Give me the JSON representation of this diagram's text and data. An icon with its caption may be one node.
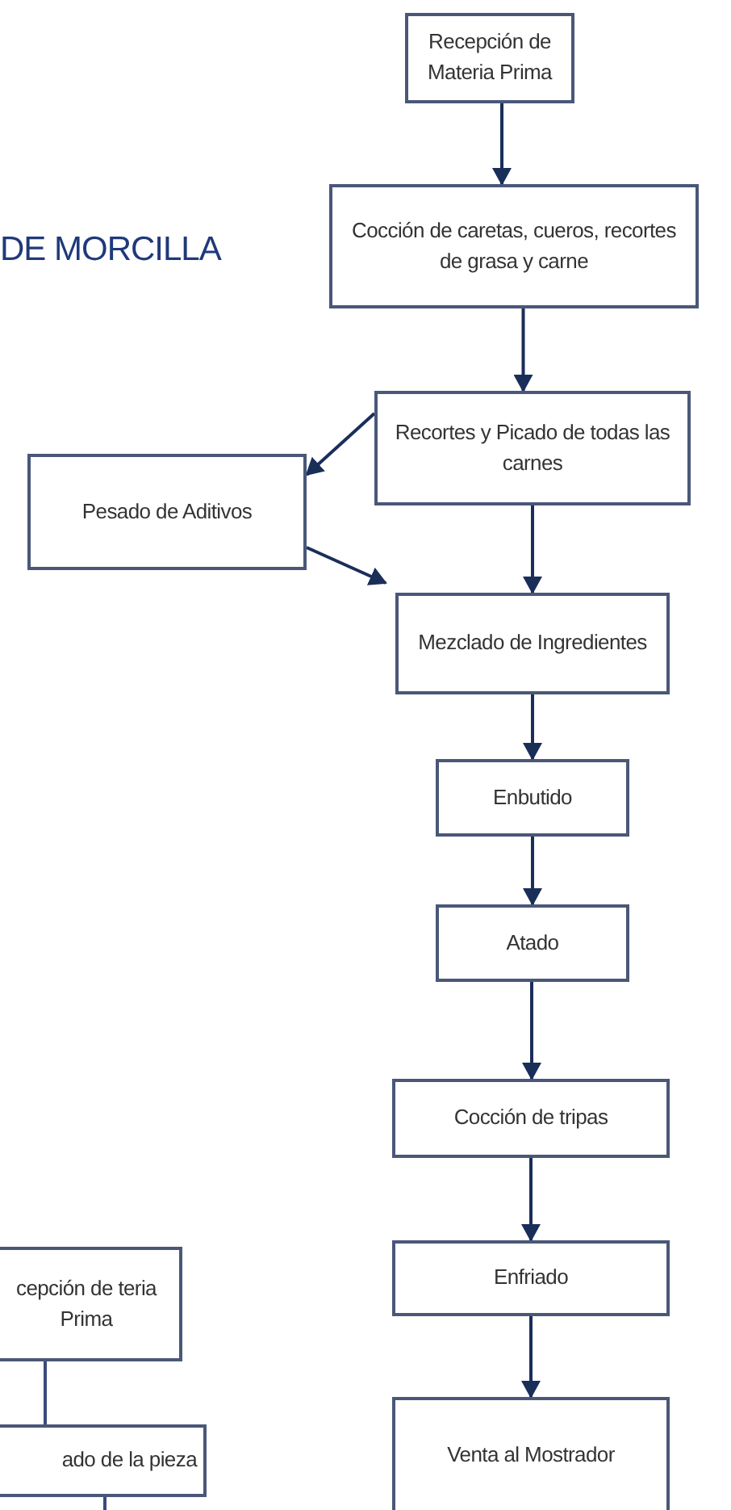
{
  "diagram": {
    "title": "DE MORCILLA",
    "nodes": [
      {
        "text": [
          "Recepción de Materia Prima"
        ]
      },
      {
        "text": [
          "Cocción de caretas, cueros, recortes de grasa y carne"
        ]
      },
      {
        "text": [
          "Recortes y Picado de todas las carnes"
        ]
      },
      {
        "text": [
          "Pesado de Aditivos"
        ]
      },
      {
        "text": [
          "Mezclado de Ingredientes"
        ]
      },
      {
        "text": [
          "Enbutido"
        ]
      },
      {
        "text": [
          "Atado"
        ]
      },
      {
        "text": [
          "Cocción de tripas"
        ]
      },
      {
        "text": [
          "Enfriado"
        ]
      },
      {
        "text": [
          "Venta al Mostrador"
        ]
      },
      {
        "text": [
          "cepción de teria Prima"
        ]
      },
      {
        "text": [
          "ado de la pieza"
        ]
      }
    ],
    "edges": [
      {
        "from": 0,
        "to": 1,
        "arrow": "to"
      },
      {
        "from": 1,
        "to": 2,
        "arrow": "to"
      },
      {
        "from": 2,
        "to": 3,
        "arrow": "to"
      },
      {
        "from": 3,
        "to": 4,
        "arrow": "to"
      },
      {
        "from": 2,
        "to": 4,
        "arrow": "to"
      },
      {
        "from": 4,
        "to": 5,
        "arrow": "to"
      },
      {
        "from": 5,
        "to": 6,
        "arrow": "to"
      },
      {
        "from": 6,
        "to": 7,
        "arrow": "to"
      },
      {
        "from": 7,
        "to": 8,
        "arrow": "to"
      },
      {
        "from": 8,
        "to": 9,
        "arrow": "to"
      },
      {
        "from": 10,
        "to": 11,
        "arrow": "none"
      },
      {
        "from": 11,
        "to": null,
        "arrow": "none"
      }
    ]
  }
}
